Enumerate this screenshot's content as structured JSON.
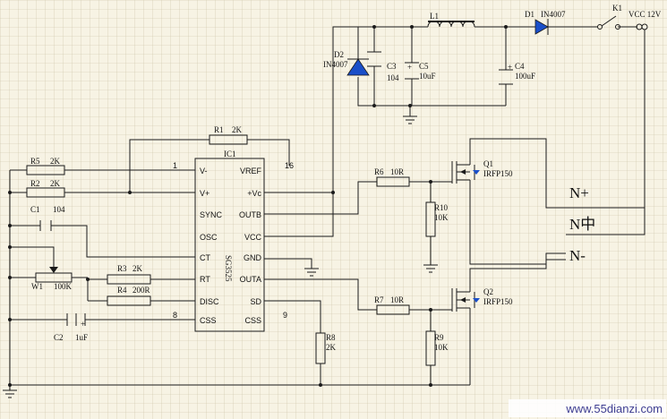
{
  "ic": {
    "ref": "IC1",
    "part": "SG3525",
    "left_pins": [
      "V-",
      "V+",
      "SYNC",
      "OSC",
      "CT",
      "RT",
      "DISC",
      "CSS"
    ],
    "right_pins": [
      "VREF",
      "+Vc",
      "OUTB",
      "VCC",
      "GND",
      "OUTA",
      "SD",
      "CSS"
    ],
    "pin_1": "1",
    "pin_16": "16",
    "pin_8": "8",
    "pin_9": "9"
  },
  "components": {
    "r1": {
      "ref": "R1",
      "value": "2K"
    },
    "r5": {
      "ref": "R5",
      "value": "2K"
    },
    "r2": {
      "ref": "R2",
      "value": "2K"
    },
    "c1": {
      "ref": "C1",
      "value": "104"
    },
    "w1": {
      "ref": "W1",
      "value": "100K"
    },
    "r3": {
      "ref": "R3",
      "value": "2K"
    },
    "r4": {
      "ref": "R4",
      "value": "200R"
    },
    "c2": {
      "ref": "C2",
      "value": "1uF"
    },
    "r8": {
      "ref": "R8",
      "value": "2K"
    },
    "r6": {
      "ref": "R6",
      "value": "10R"
    },
    "r7": {
      "ref": "R7",
      "value": "10R"
    },
    "r10": {
      "ref": "R10",
      "value": "10K"
    },
    "r9": {
      "ref": "R9",
      "value": "10K"
    },
    "q1": {
      "ref": "Q1",
      "value": "IRFP150"
    },
    "q2": {
      "ref": "Q2",
      "value": "IRFP150"
    },
    "d1": {
      "ref": "D1",
      "value": "IN4007"
    },
    "d2": {
      "ref": "D2",
      "value": "IN4007"
    },
    "l1": {
      "ref": "L1"
    },
    "k1": {
      "ref": "K1"
    },
    "c3": {
      "ref": "C3",
      "value": "104"
    },
    "c5": {
      "ref": "C5",
      "value": "10uF"
    },
    "c4": {
      "ref": "C4",
      "value": "100uF"
    }
  },
  "supply": {
    "label": "VCC 12V"
  },
  "outputs": {
    "n_plus": "N+",
    "n_mid": "N中",
    "n_minus": "N-"
  },
  "watermark": {
    "text": "www.55dianzi.com"
  }
}
